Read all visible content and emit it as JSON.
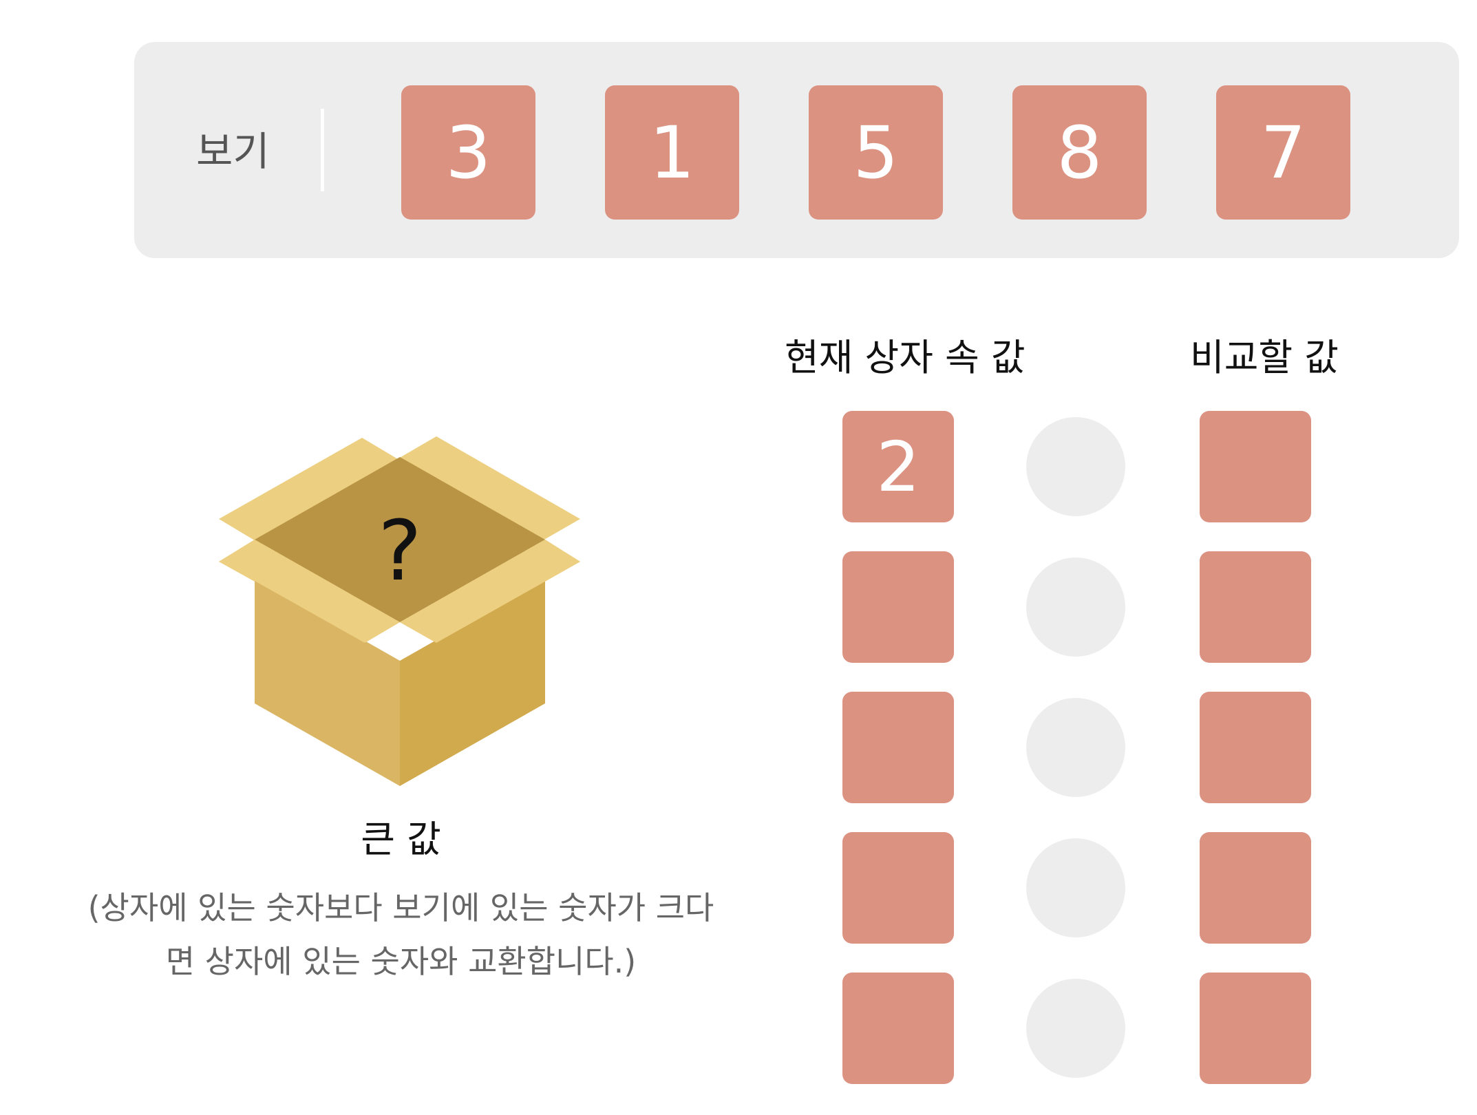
{
  "options": {
    "label": "보기",
    "values": [
      "3",
      "1",
      "5",
      "8",
      "7"
    ]
  },
  "headers": {
    "current": "현재 상자 속 값",
    "compare": "비교할 값"
  },
  "rows": [
    {
      "current": "2",
      "compare": ""
    },
    {
      "current": "",
      "compare": ""
    },
    {
      "current": "",
      "compare": ""
    },
    {
      "current": "",
      "compare": ""
    },
    {
      "current": "",
      "compare": ""
    }
  ],
  "box": {
    "symbol": "?",
    "title": "큰 값",
    "description": "(상자에 있는 숫자보다 보기에 있는 숫자가 크다면 상자에 있는 숫자와 교환합니다.)"
  },
  "colors": {
    "tile": "#db9281",
    "panel": "#ededed",
    "box_left": "#d9b564",
    "box_right": "#d2aa4e",
    "box_inner": "#b99444",
    "box_flap": "#eccf81"
  }
}
